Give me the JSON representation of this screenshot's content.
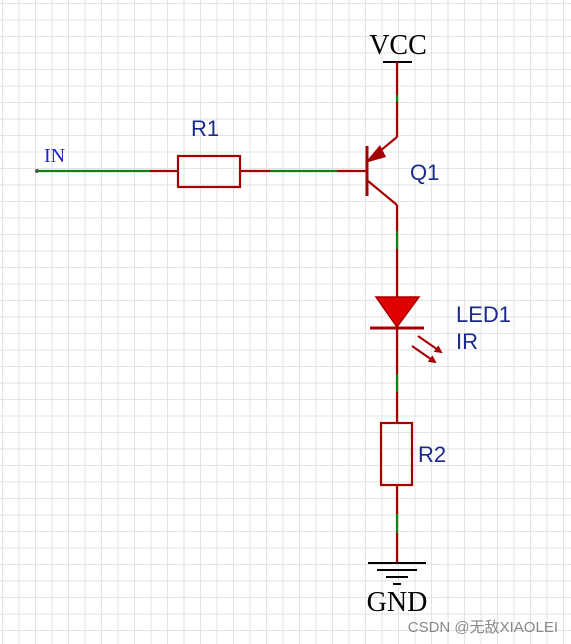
{
  "labels": {
    "vcc": "VCC",
    "gnd": "GND",
    "in": "IN",
    "r1": "R1",
    "r2": "R2",
    "q1": "Q1",
    "led1": "LED1",
    "ir": "IR"
  },
  "watermark": "CSDN @无敌XIAOLEI",
  "colors": {
    "component": "#a50000",
    "wire": "#108010",
    "designator": "#1a2a8a",
    "net_label_in": "#2222cc",
    "power_label": "#000000",
    "grid": "#e3e3e3",
    "watermark": "#888888"
  }
}
